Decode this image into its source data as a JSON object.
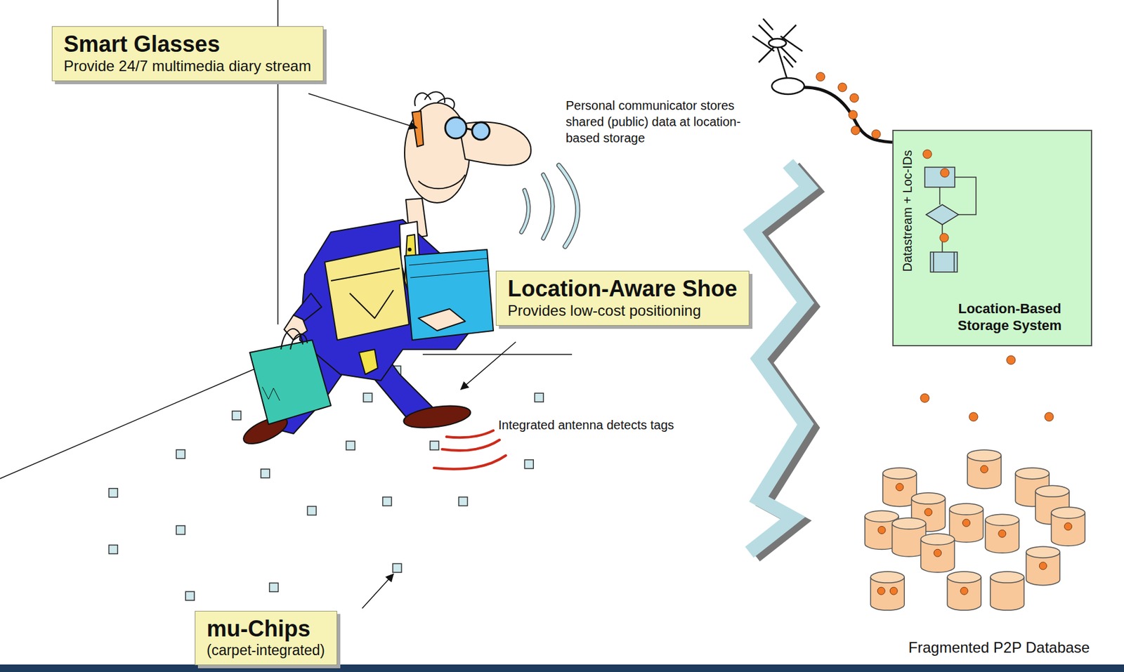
{
  "diagram": {
    "nodes": [
      {
        "text": [
          "Smart Glasses",
          "Provide 24/7 multimedia diary stream"
        ]
      },
      {
        "text": [
          "Location-Aware Shoe",
          "Provides low-cost positioning"
        ]
      },
      {
        "text": [
          "mu-Chips",
          "(carpet-integrated)"
        ]
      },
      {
        "text": [
          "Datastream + Loc-IDs",
          "Location-Based Storage System"
        ]
      }
    ],
    "labels": [
      "Personal communicator stores shared (public) data at location-based storage",
      "Integrated antenna detects tags",
      "Fragmented P2P Database"
    ]
  }
}
